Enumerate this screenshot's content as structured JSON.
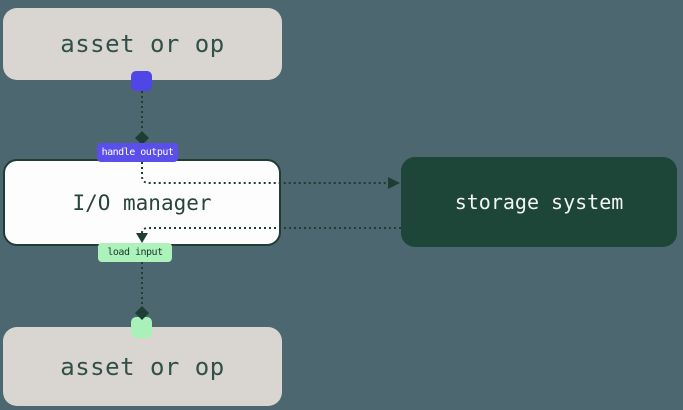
{
  "diagram": {
    "background_color": "#4c676f",
    "nodes": {
      "asset_top": {
        "label": "asset or op",
        "bg": "#d9d6d1",
        "text_color": "#31504a"
      },
      "io_manager": {
        "label": "I/O manager",
        "bg": "#fdfdfd",
        "border_color": "#1e3d33",
        "text_color": "#27443c"
      },
      "storage_system": {
        "label": "storage system",
        "bg": "#1d4538",
        "text_color": "#f2f4f3"
      },
      "asset_bottom": {
        "label": "asset or op",
        "bg": "#d9d6d1",
        "text_color": "#31504a"
      }
    },
    "badges": {
      "handle_output": {
        "label": "handle output",
        "bg": "#5a4feb",
        "text_color": "#ffffff"
      },
      "load_input": {
        "label": "load input",
        "bg": "#aef2bb",
        "text_color": "#17362c"
      }
    },
    "ports": {
      "output_port": {
        "color": "#4f46e5",
        "attached_to": "asset_top"
      },
      "input_port": {
        "color": "#a9f0b9",
        "attached_to": "asset_bottom"
      }
    },
    "connectors": {
      "color": "#1e3d33",
      "style": "dotted",
      "edges": [
        {
          "from": "asset_top",
          "to": "handle_output",
          "arrow": "diamond"
        },
        {
          "from": "handle_output",
          "to": "storage_system",
          "arrow": "triangle-right"
        },
        {
          "from": "storage_system",
          "to": "load_input",
          "arrow": "triangle-down"
        },
        {
          "from": "load_input",
          "to": "asset_bottom",
          "arrow": "diamond"
        }
      ]
    }
  }
}
